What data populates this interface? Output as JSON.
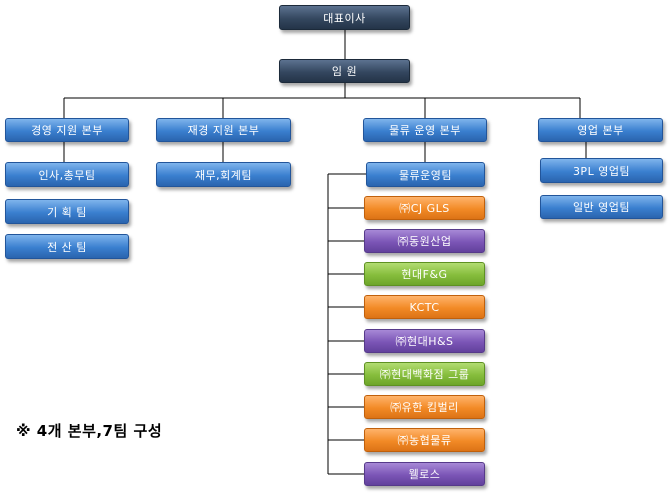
{
  "org": {
    "ceo": "대표이사",
    "executives": "임 원",
    "div_management": "경영 지원 본부",
    "div_finance": "재경 지원 본부",
    "div_logistics": "물류 운영 본부",
    "div_sales": "영업 본부",
    "team_hr": "인사,총무팀",
    "team_planning": "기 획 팀",
    "team_it": "전 산 팀",
    "team_accounting": "재무,회계팀",
    "team_logistics_ops": "물류운영팀",
    "team_3pl": "3PL 영업팀",
    "team_general_sales": "일반 영업팀",
    "partners": [
      {
        "label": "㈜CJ GLS",
        "color": "orange"
      },
      {
        "label": "㈜동원산업",
        "color": "purple"
      },
      {
        "label": "현대F&G",
        "color": "green"
      },
      {
        "label": "KCTC",
        "color": "orange"
      },
      {
        "label": "㈜현대H&S",
        "color": "purple"
      },
      {
        "label": "㈜현대백화점 그룹",
        "color": "green"
      },
      {
        "label": "㈜유한 킴벌리",
        "color": "orange"
      },
      {
        "label": "㈜농협물류",
        "color": "orange"
      },
      {
        "label": "웰로스",
        "color": "purple"
      }
    ]
  },
  "note": "※ 4개 본부,7팀 구성"
}
